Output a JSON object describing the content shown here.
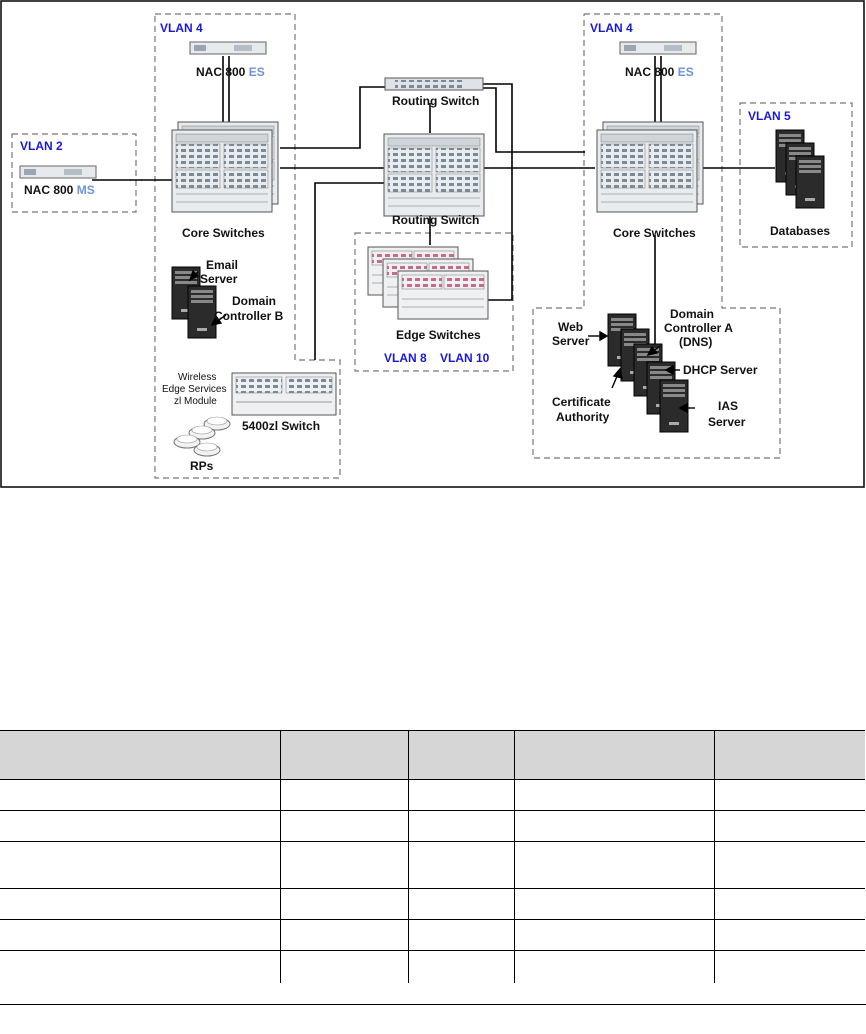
{
  "diagram": {
    "vlan4_left": "VLAN 4",
    "vlan4_right": "VLAN 4",
    "vlan2": "VLAN 2",
    "vlan5": "VLAN 5",
    "vlan8": "VLAN 8",
    "vlan10": "VLAN 10",
    "nac_prefix": "NAC 800",
    "nac_es": "ES",
    "nac_ms": "MS",
    "routing_switch": "Routing Switch",
    "core_switches": "Core Switches",
    "edge_switches": "Edge Switches",
    "databases": "Databases",
    "email_server": [
      "Email",
      "Server"
    ],
    "domain_controller_b": [
      "Domain",
      "Controller B"
    ],
    "wireless_module": [
      "Wireless",
      "Edge Services",
      "zl Module"
    ],
    "switch_5400zl": "5400zl Switch",
    "rps": "RPs",
    "web_server": [
      "Web",
      "Server"
    ],
    "domain_controller_a": [
      "Domain",
      "Controller A",
      "(DNS)"
    ],
    "dhcp_server": "DHCP Server",
    "certificate_authority": [
      "Certificate",
      "Authority"
    ],
    "ias_server": [
      "IAS",
      "Server"
    ]
  },
  "table": {
    "columns": [
      "",
      "",
      "",
      "",
      ""
    ],
    "rows": [
      [
        "",
        "",
        "",
        "",
        ""
      ],
      [
        "",
        "",
        "",
        "",
        ""
      ],
      [
        "",
        "",
        "",
        "",
        ""
      ],
      [
        "",
        "",
        "",
        "",
        ""
      ],
      [
        "",
        "",
        "",
        "",
        ""
      ],
      [
        "",
        "",
        "",
        "",
        ""
      ]
    ]
  }
}
